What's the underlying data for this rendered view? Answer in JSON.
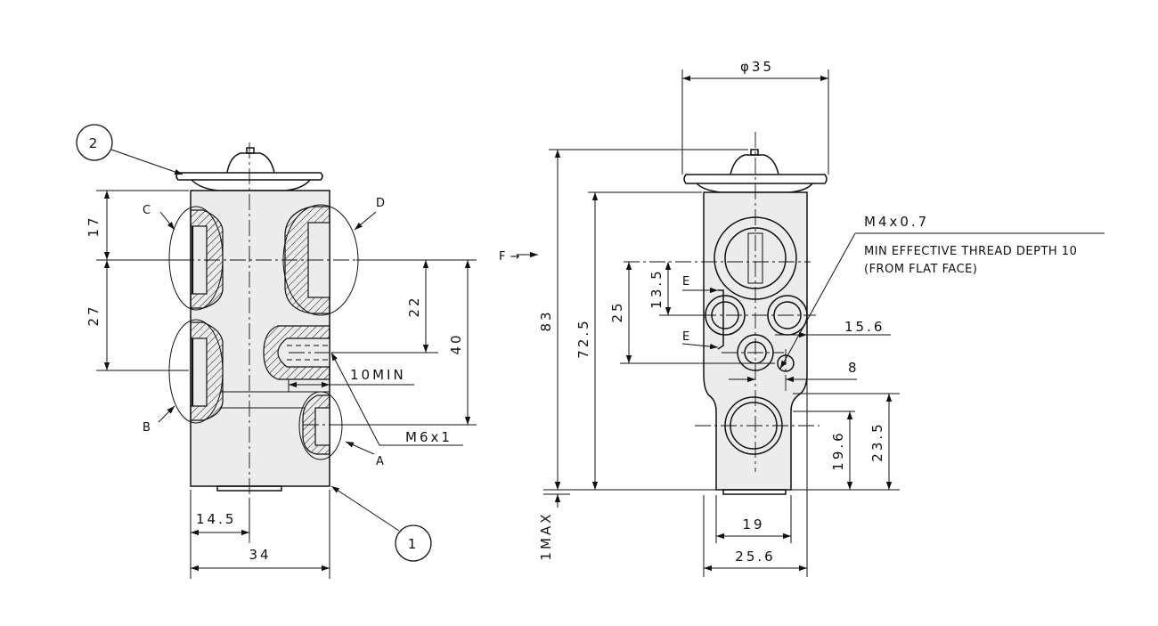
{
  "balloons": {
    "part1": "1",
    "part2": "2"
  },
  "ports": {
    "a": "A",
    "b": "B",
    "c": "C",
    "d": "D",
    "e1": "E",
    "e2": "E",
    "f": "F →"
  },
  "left_view_dims": {
    "d17": "17",
    "d27": "27",
    "d22": "22",
    "d40": "40",
    "d10min": "10MIN",
    "m6": "M6x1",
    "d14_5": "14.5",
    "d34": "34"
  },
  "right_view_dims": {
    "phi35": "φ35",
    "d83": "83",
    "d72_5": "72.5",
    "d25": "25",
    "d13_5": "13.5",
    "d15_6": "15.6",
    "d8": "8",
    "d23_5": "23.5",
    "d19_6": "19.6",
    "d19": "19",
    "d25_6": "25.6",
    "d1max": "1MAX"
  },
  "notes": {
    "thread": "M4x0.7",
    "line1": "MIN EFFECTIVE THREAD DEPTH 10",
    "line2": "(FROM FLAT FACE)"
  }
}
